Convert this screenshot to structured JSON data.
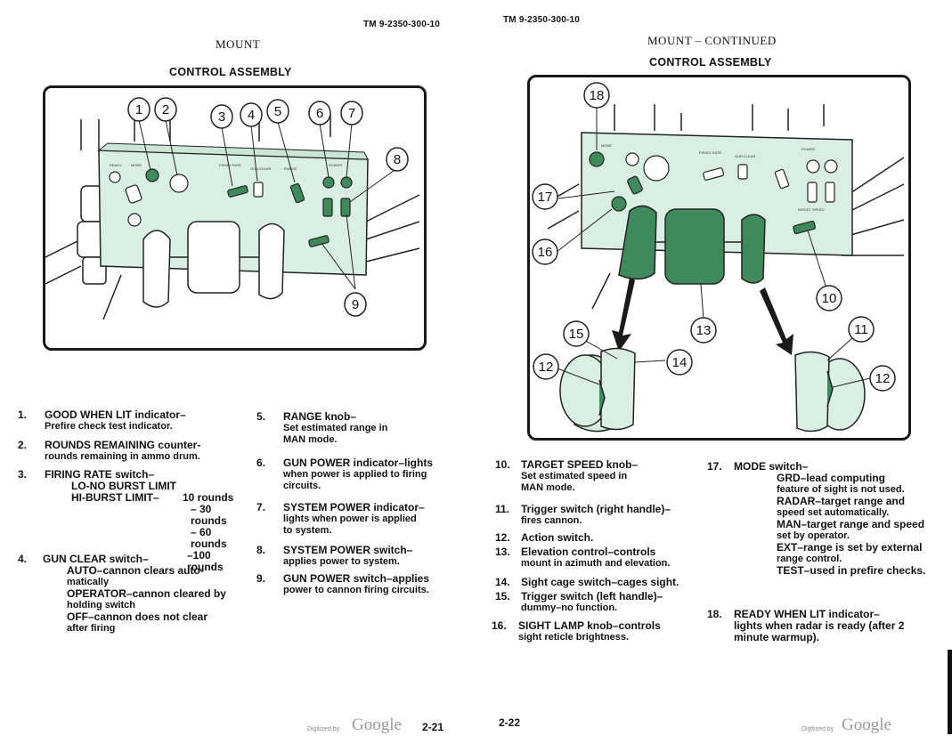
{
  "left_page": {
    "tm_number": "TM 9-2350-300-10",
    "title": "MOUNT",
    "subtitle": "CONTROL ASSEMBLY",
    "callouts": [
      "1",
      "2",
      "3",
      "4",
      "5",
      "6",
      "7",
      "8",
      "9"
    ],
    "items": [
      {
        "num": "1.",
        "head": "GOOD WHEN LIT indicator–",
        "desc": "Prefire check test indicator."
      },
      {
        "num": "2.",
        "head": "ROUNDS REMAINING counter-",
        "desc": "rounds remaining in ammo drum."
      },
      {
        "num": "3.",
        "head": "FIRING RATE switch–",
        "sub1": "LO-NO BURST LIMIT",
        "sub2": "HI-BURST LIMIT–",
        "rounds": [
          "10 rounds",
          "– 30 rounds",
          "– 60 rounds",
          "–100 rounds"
        ]
      },
      {
        "num": "4.",
        "head": "GUN CLEAR switch–",
        "lines": [
          "AUTO–cannon clears auto-",
          "matically",
          "OPERATOR–cannon cleared by",
          "holding switch",
          "OFF–cannon does not clear",
          "after firing"
        ]
      },
      {
        "num": "5.",
        "head": "RANGE knob–",
        "lines": [
          "Set estimated range in",
          "MAN mode."
        ]
      },
      {
        "num": "6.",
        "head": "GUN POWER indicator–lights",
        "lines": [
          "when power is applied to firing",
          "circuits."
        ]
      },
      {
        "num": "7.",
        "head": "SYSTEM POWER indicator–",
        "lines": [
          "lights when power is applied",
          "to system."
        ]
      },
      {
        "num": "8.",
        "head": "SYSTEM POWER switch–",
        "lines": [
          "applies power to system."
        ]
      },
      {
        "num": "9.",
        "head": "GUN POWER switch–applies",
        "lines": [
          "power to cannon firing circuits."
        ]
      }
    ],
    "footer_digitized": "Digitized by",
    "footer_google": "Google",
    "page_number": "2-21"
  },
  "right_page": {
    "tm_number": "TM 9-2350-300-10",
    "title": "MOUNT – CONTINUED",
    "subtitle": "CONTROL ASSEMBLY",
    "callouts": [
      "18",
      "17",
      "16",
      "10",
      "13",
      "15",
      "14",
      "11",
      "12",
      "12"
    ],
    "items": [
      {
        "num": "10.",
        "head": "TARGET SPEED knob–",
        "lines": [
          "Set estimated speed in",
          "MAN mode."
        ]
      },
      {
        "num": "11.",
        "head": "Trigger switch (right handle)–",
        "lines": [
          "fires cannon."
        ]
      },
      {
        "num": "12.",
        "head": "Action switch.",
        "lines": []
      },
      {
        "num": "13.",
        "head": "Elevation control–controls",
        "lines": [
          "mount in azimuth and elevation."
        ]
      },
      {
        "num": "14.",
        "head": "Sight cage switch–cages sight.",
        "lines": []
      },
      {
        "num": "15.",
        "head": "Trigger switch (left handle)–",
        "lines": [
          "dummy–no function."
        ]
      },
      {
        "num": "16.",
        "head": "SIGHT LAMP knob–controls",
        "lines": [
          "sight reticle brightness."
        ]
      },
      {
        "num": "17.",
        "head": "MODE switch–",
        "lines": [
          "GRD–lead computing",
          "feature of sight is not used.",
          "RADAR–target range and",
          "speed set automatically.",
          "MAN–target range and speed",
          "set by operator.",
          "EXT–range is set by external",
          "range control.",
          "TEST–used in prefire checks."
        ]
      },
      {
        "num": "18.",
        "head": "READY WHEN LIT indicator–",
        "lines": [
          "lights when radar is ready (after 2",
          "minute warmup)."
        ]
      }
    ],
    "footer_digitized": "Digitized by",
    "footer_google": "Google",
    "page_number": "2-22"
  }
}
